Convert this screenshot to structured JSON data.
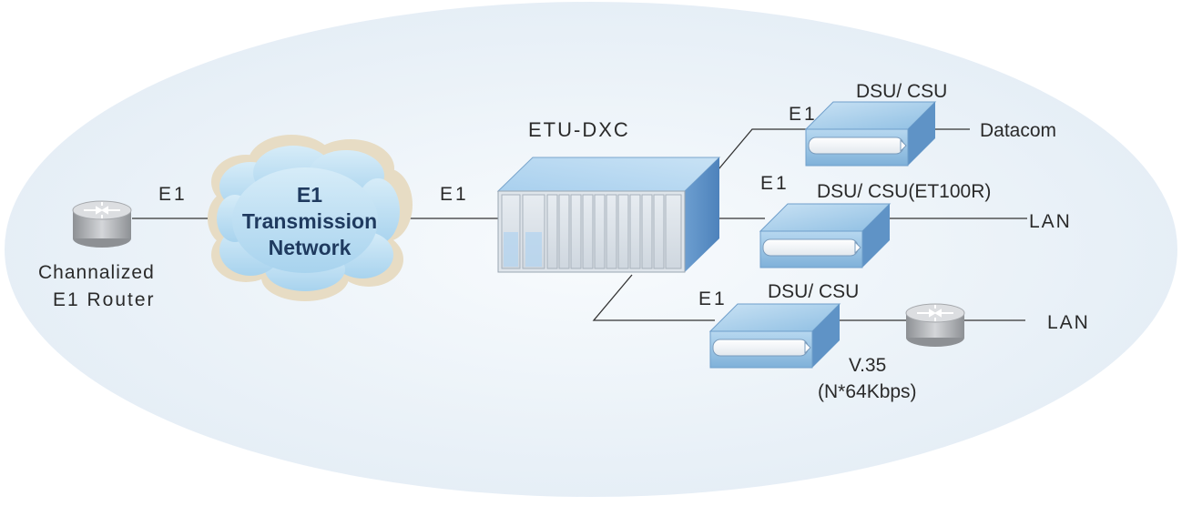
{
  "diagram": {
    "center_device": "ETU-DXC",
    "cloud": {
      "line1": "E1",
      "line2": "Transmission",
      "line3": "Network"
    },
    "router_left": {
      "line1": "Channalized",
      "line2": "E1 Router"
    },
    "links": {
      "router_to_cloud": "E1",
      "cloud_to_dxc": "E1",
      "dxc_to_dsu1": "E1",
      "dxc_to_dsu2": "E1",
      "dxc_to_dsu3": "E1"
    },
    "dsu1": {
      "name": "DSU/ CSU",
      "output": "Datacom"
    },
    "dsu2": {
      "name": "DSU/ CSU(ET100R)",
      "output": "LAN"
    },
    "dsu3": {
      "name": "DSU/ CSU",
      "interface_line1": "V.35",
      "interface_line2": "(N*64Kbps)",
      "output": "LAN"
    },
    "icons": [
      "router-icon",
      "cloud-icon",
      "dxc-chassis-icon",
      "dsu-csu-icon",
      "router-icon"
    ],
    "colors": {
      "background_ellipse": "#e6eef6",
      "device_blue": "#a9cdea",
      "router_gray": "#b9bcc0"
    }
  }
}
